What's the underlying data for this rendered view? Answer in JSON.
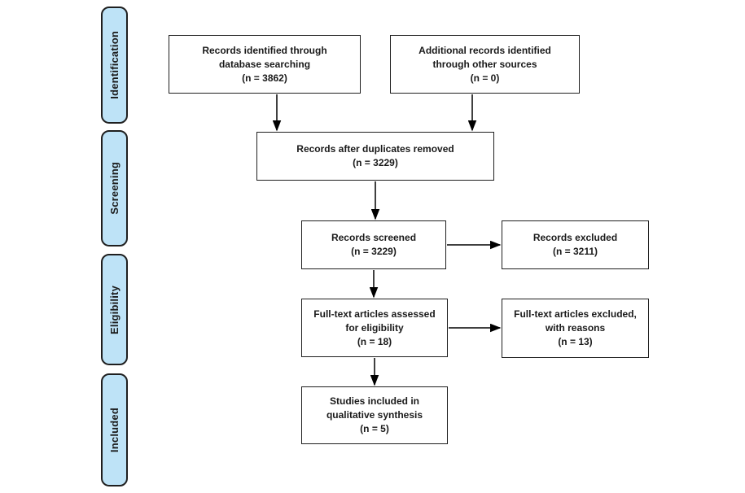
{
  "stages": [
    {
      "label": "Identification"
    },
    {
      "label": "Screening"
    },
    {
      "label": "Eligibility"
    },
    {
      "label": "Included"
    }
  ],
  "boxes": {
    "identified": {
      "lines": [
        "Records identified through",
        "database searching",
        "(n = 3862)"
      ]
    },
    "additional": {
      "lines": [
        "Additional records identified",
        "through other sources",
        "(n = 0)"
      ]
    },
    "deduplicated": {
      "lines": [
        "Records after duplicates removed",
        "(n = 3229)"
      ]
    },
    "screened": {
      "lines": [
        "Records screened",
        "(n = 3229)"
      ]
    },
    "excluded": {
      "lines": [
        "Records excluded",
        "(n = 3211)"
      ]
    },
    "fulltext": {
      "lines": [
        "Full-text articles assessed",
        "for eligibility",
        "(n = 18)"
      ]
    },
    "fulltext_excluded": {
      "lines": [
        "Full-text articles excluded,",
        "with reasons",
        "(n = 13)"
      ]
    },
    "included_studies": {
      "lines": [
        "Studies included in",
        "qualitative synthesis",
        "(n = 5)"
      ]
    }
  },
  "colors": {
    "stage_fill": "#BEE3F7",
    "stage_border": "#1F1F1F",
    "box_border": "#1F1F1F",
    "arrow": "#000000",
    "text": "#1A1A1A"
  }
}
